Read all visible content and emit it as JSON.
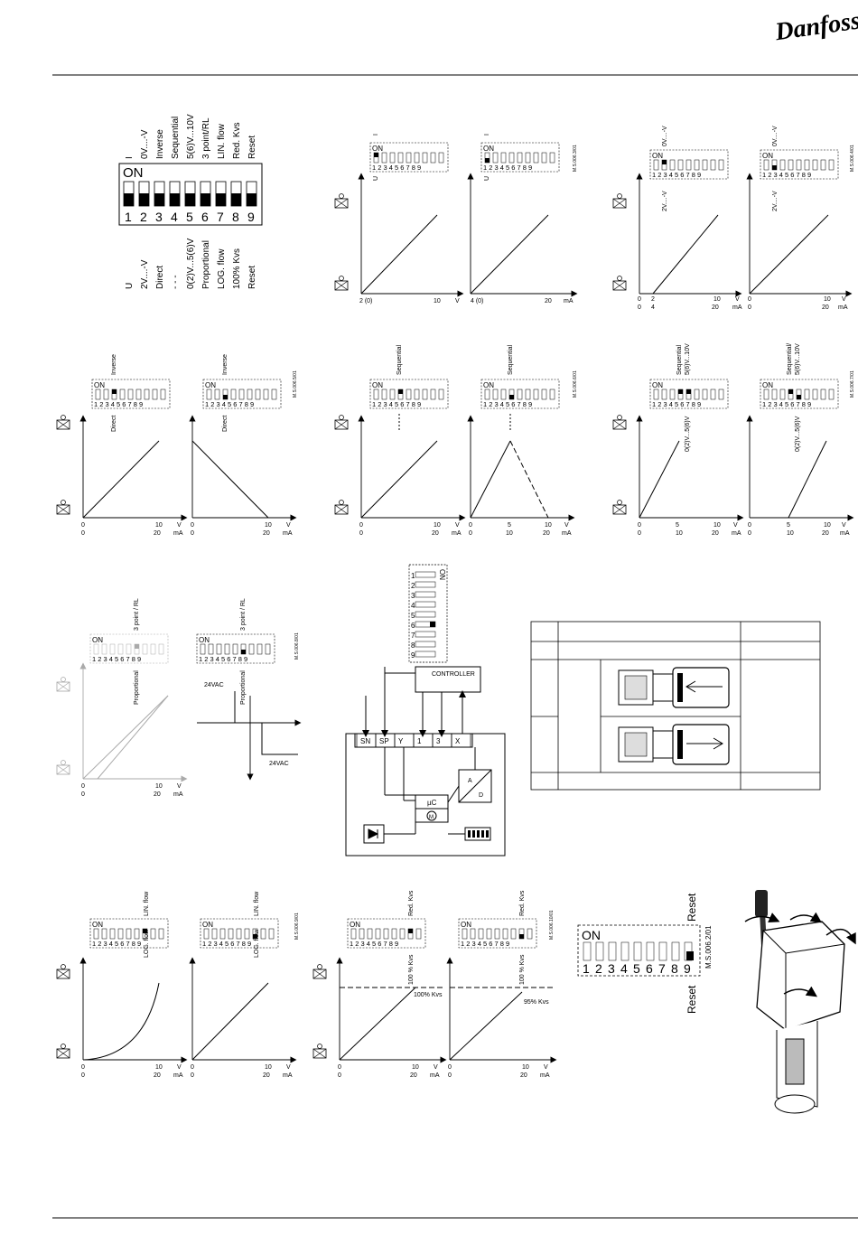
{
  "brand": "Danfoss",
  "block1": {
    "top_labels": [
      "I",
      "0V....-V",
      "Inverse",
      "Sequential",
      "5(6)V...10V",
      "3 point/RL",
      "LIN. flow",
      "Red. Kvs",
      "Reset"
    ],
    "bottom_labels": [
      "U",
      "2V....-V",
      "Direct",
      "- - -",
      "0(2)V...5(6)V",
      "Proportional",
      "LOG. flow",
      "100% Kvs",
      "Reset"
    ],
    "on": "ON",
    "numbers": [
      "1",
      "2",
      "3",
      "4",
      "5",
      "6",
      "7",
      "8",
      "9"
    ]
  },
  "row1": {
    "left": {
      "ref": "M.S.006.3/01",
      "label_top": "I",
      "label_bot": "U",
      "on": "ON",
      "nums": "1 2 3 4 5 6 7 8 9",
      "x1": {
        "start": "2 (0)",
        "end": "10",
        "unit": "V"
      },
      "x2": {
        "start": "4 (0)",
        "end": "20",
        "unit": "mA"
      }
    },
    "right": {
      "ref": "M.S.006.4/01",
      "label_top": "0V....-V",
      "label_bot": "2V....-V",
      "on": "ON",
      "nums": "1 2 3 4 5 6 7 8 9",
      "axis_v": [
        "0",
        "2",
        "10",
        "V"
      ],
      "axis_ma": [
        "0",
        "4",
        "20",
        "mA"
      ],
      "axis_v2": [
        "0",
        "10",
        "V"
      ],
      "axis_ma2": [
        "0",
        "20",
        "mA"
      ]
    }
  },
  "row2": {
    "inv": {
      "ref": "M.S.006.5/01",
      "top": "Inverse",
      "bot": "Direct",
      "on": "ON",
      "nums": "1 2 3 4 5 6 7 8 9",
      "ax": [
        "0",
        "10",
        "V",
        "0",
        "20",
        "mA"
      ]
    },
    "seq": {
      "ref": "M.S.006.6/01",
      "top": "Sequential",
      "on": "ON",
      "nums": "1 2 3 4 5 6 7 8 9",
      "ax1": [
        "0",
        "10",
        "V",
        "0",
        "20",
        "mA"
      ],
      "ax2": [
        "0",
        "5",
        "10",
        "V",
        "0",
        "10",
        "20",
        "mA"
      ]
    },
    "range": {
      "ref": "M.S.006.7/01",
      "top1": "Sequential",
      "top2": "5(6)V...10V",
      "top2b": "Sequential/",
      "bot": "0(2)V...5(6)V",
      "on": "ON",
      "nums": "1 2 3 4 5 6 7 8 9",
      "ax": [
        "0",
        "5",
        "10",
        "V",
        "0",
        "10",
        "20",
        "mA"
      ]
    }
  },
  "row3": {
    "prop": {
      "ref": "M.S.006.8/01",
      "top": "3 point / RL",
      "bot": "Proportional",
      "on": "ON",
      "nums": "1 2 3 4 5 6 7 8 9",
      "v24": "24VAC",
      "ax": [
        "0",
        "10",
        "V",
        "0",
        "20",
        "mA"
      ]
    },
    "controller": {
      "title": "CONTROLLER",
      "on": "ON",
      "nums": "1 2 3 4 5 6 7 8 9",
      "terminals": [
        "SN",
        "SP",
        "Y",
        "1",
        "3",
        "X"
      ],
      "uc": "µC",
      "m": "M",
      "a": "A",
      "d": "D"
    }
  },
  "row4": {
    "flow": {
      "ref": "M.S.006.9/01",
      "top": "LIN. flow",
      "bot": "LOG. flow",
      "on": "ON",
      "nums": "1 2 3 4 5 6 7 8 9",
      "ax": [
        "0",
        "10",
        "V",
        "0",
        "20",
        "mA"
      ]
    },
    "kvs": {
      "ref": "M.S.006.10/01",
      "top": "Red. Kvs",
      "bot": "100 % Kvs",
      "lab1": "100% Kvs",
      "lab2": "95% Kvs",
      "on": "ON",
      "nums": "1 2 3 4 5 6 7 8 9",
      "ax": [
        "0",
        "10",
        "V",
        "0",
        "20",
        "mA"
      ]
    },
    "reset": {
      "ref": "M.S.006.2/01",
      "top": "Reset",
      "bot": "Reset",
      "on": "ON",
      "nums": "1 2 3 4 5 6 7 8 9"
    }
  }
}
